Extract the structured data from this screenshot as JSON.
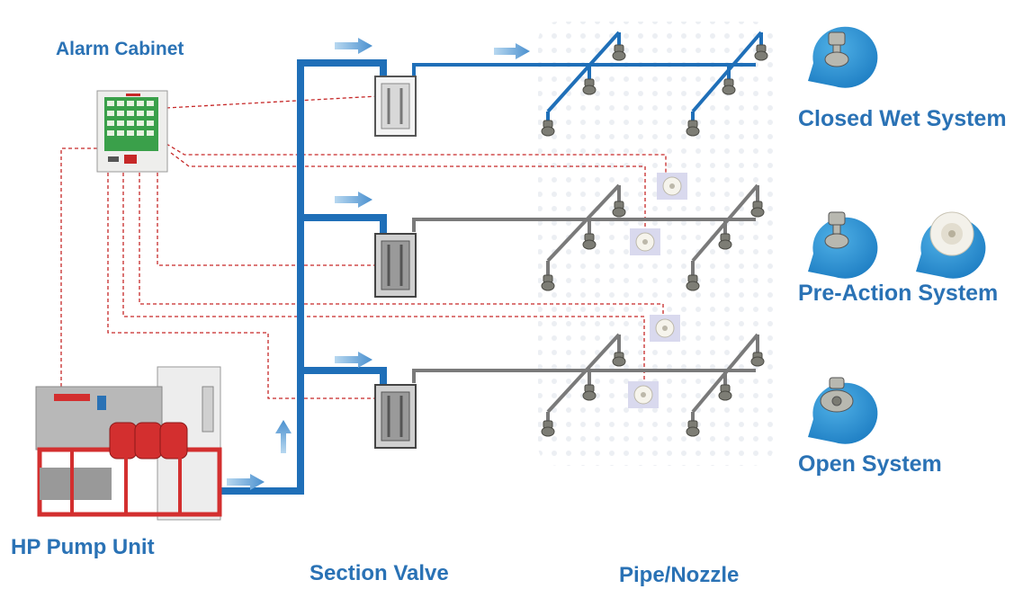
{
  "labels": {
    "alarm_cabinet": "Alarm Cabinet",
    "hp_pump_unit": "HP Pump Unit",
    "section_valve": "Section Valve",
    "pipe_nozzle": "Pipe/Nozzle",
    "closed_wet_system": "Closed Wet System",
    "pre_action_system": "Pre-Action System",
    "open_system": "Open System"
  },
  "colors": {
    "main_pipe": "#1f6fb8",
    "branch_pipe": "#7a7a7a",
    "arrow": "#5b9fd6",
    "signal_line": "#c62828",
    "label": "#2a72b5",
    "bubble": "#3a9ad8",
    "pump_red": "#d32f2f"
  },
  "icons": {
    "alarm_cabinet": "alarm-cabinet-icon",
    "pump_unit": "pump-unit-icon",
    "section_valve": "section-valve-icon",
    "nozzle": "nozzle-icon",
    "detector": "smoke-detector-icon",
    "flow_arrow": "flow-arrow-icon"
  }
}
